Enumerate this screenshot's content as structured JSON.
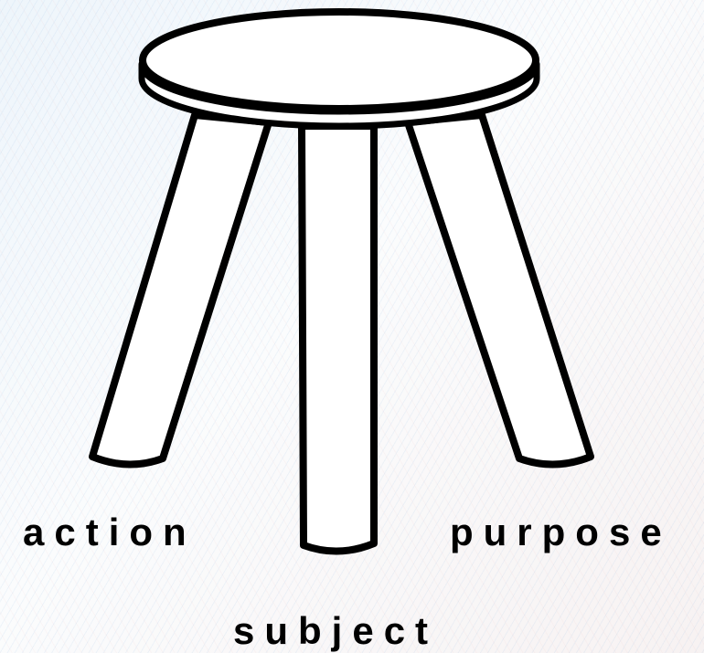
{
  "diagram": {
    "icon": "three-legged-stool-icon",
    "stroke_color": "#000000",
    "fill_color": "#ffffff",
    "labels": {
      "action": "action",
      "purpose": "purpose",
      "subject": "subject"
    }
  }
}
